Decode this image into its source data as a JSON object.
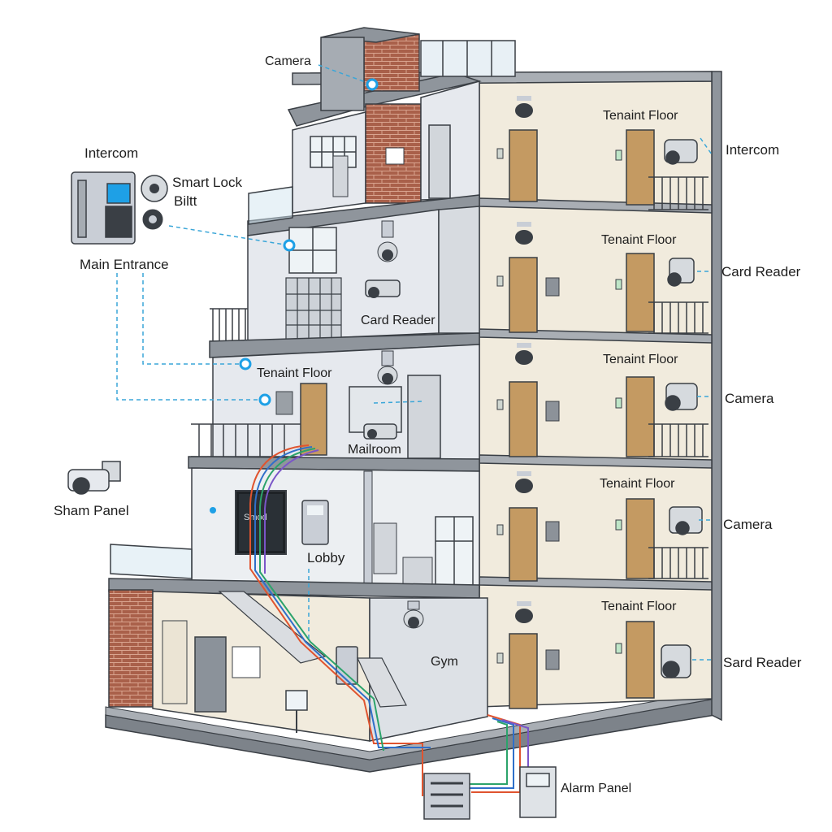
{
  "colors": {
    "wall_light": "#e6e9ee",
    "wall_dark": "#c9ced6",
    "slab": "#8f959c",
    "slab_top": "#b8bdc3",
    "tenant_wall": "#f1ebdd",
    "door": "#c49a62",
    "brick": "#a9604a",
    "line_blue": "#3aa6d8",
    "dot_blue": "#1ea0e6",
    "wire_red": "#e0542f",
    "wire_blue": "#2f6fc9",
    "wire_green": "#2ba36b",
    "wire_purple": "#7a56c8",
    "wire_teal": "#2bb5b5",
    "outline": "#3a3f45"
  },
  "labels": {
    "camera_top": "Camera",
    "intercom_left": "Intercom",
    "smart_lock_line1": "Smart Lock",
    "smart_lock_line2": "Biltt",
    "main_entrance": "Main Entrance",
    "card_reader_inner": "Card Reader",
    "tenant_floor_inner": "Tenaint Floor",
    "mailroom": "Mailroom",
    "sham_panel": "Sham Panel",
    "lobby": "Lobby",
    "gym": "Gym",
    "alarm_panel": "Alarm Panel",
    "panel_brand": "Smod",
    "tenant_floor_1": "Tenaint Floor",
    "tenant_floor_2": "Tenaint Floor",
    "tenant_floor_3": "Tenaint Floor",
    "tenant_floor_4": "Tenaint Floor",
    "tenant_floor_5": "Tenaint Floor",
    "intercom_right": "Intercom",
    "card_reader_right": "Card Reader",
    "camera_right_1": "Camera",
    "camera_right_2": "Camera",
    "sard_reader_right": "Sard Reader"
  }
}
